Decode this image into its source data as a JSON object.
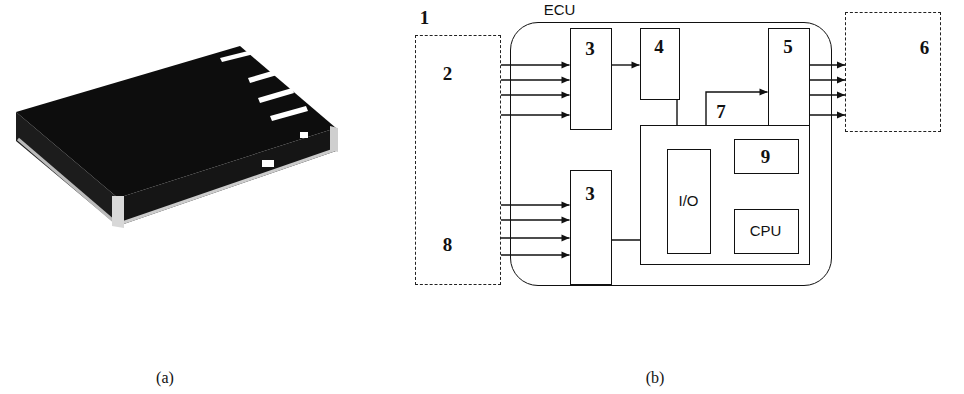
{
  "diagram": {
    "nodes": [
      {
        "text": [
          "1",
          "2",
          "8"
        ]
      },
      {
        "text": [
          "ECU"
        ]
      },
      {
        "text": [
          "3"
        ],
        "in": 1
      },
      {
        "text": [
          "4"
        ],
        "in": 1
      },
      {
        "text": [
          "5"
        ],
        "in": 1
      },
      {
        "text": [
          "7"
        ],
        "in": 1
      },
      {
        "text": [
          "I/O"
        ],
        "in": 5
      },
      {
        "text": [
          "9"
        ],
        "in": 5
      },
      {
        "text": [
          "CPU"
        ],
        "in": 5
      },
      {
        "text": [
          "3"
        ],
        "in": 1
      },
      {
        "text": [
          "6"
        ]
      }
    ],
    "edges": [
      {
        "from": 0,
        "to": 2,
        "arrow": "to"
      },
      {
        "from": 2,
        "to": 3,
        "arrow": "to"
      },
      {
        "from": 3,
        "to": 6,
        "arrow": "to"
      },
      {
        "from": 6,
        "to": 4,
        "arrow": "to"
      },
      {
        "from": 4,
        "to": 10,
        "arrow": "to"
      },
      {
        "from": 0,
        "to": 9,
        "arrow": "to"
      },
      {
        "from": 9,
        "to": 6,
        "arrow": "to"
      },
      {
        "from": 7,
        "to": 8,
        "arrow": "none"
      },
      {
        "from": 6,
        "to": 8,
        "arrow": "none"
      }
    ],
    "labels": [
      "(a)",
      "(b)"
    ]
  }
}
